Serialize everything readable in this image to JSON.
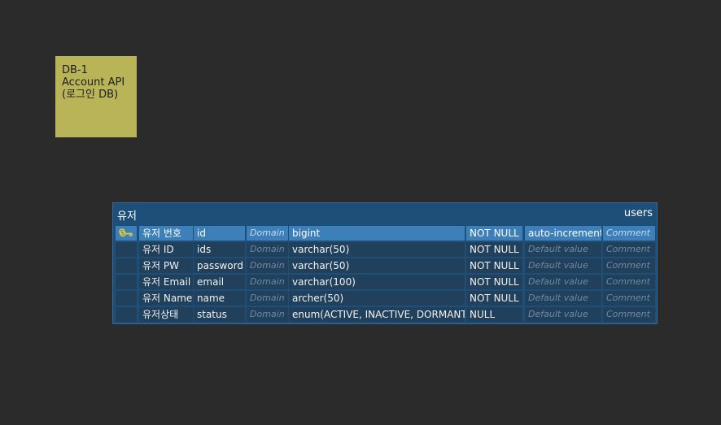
{
  "note": {
    "lines": [
      "DB-1",
      "Account API",
      "(로그인 DB)"
    ]
  },
  "table": {
    "logical_name": "유저",
    "physical_name": "users",
    "domain_placeholder": "Domain",
    "default_placeholder": "Default value",
    "comment_placeholder": "Comment",
    "rows": [
      {
        "logical": "유저 번호",
        "physical": "id",
        "type": "bigint",
        "nullable": "NOT NULL",
        "default": "auto-increment",
        "pk": true
      },
      {
        "logical": "유저 ID",
        "physical": "ids",
        "type": "varchar(50)",
        "nullable": "NOT NULL",
        "default": "",
        "pk": false
      },
      {
        "logical": "유저 PW",
        "physical": "password",
        "type": "varchar(50)",
        "nullable": "NOT NULL",
        "default": "",
        "pk": false
      },
      {
        "logical": "유저 Email",
        "physical": "email",
        "type": "varchar(100)",
        "nullable": "NOT NULL",
        "default": "",
        "pk": false
      },
      {
        "logical": "유저 Name",
        "physical": "name",
        "type": "archer(50)",
        "nullable": "NOT NULL",
        "default": "",
        "pk": false
      },
      {
        "logical": "유저상태",
        "physical": "status",
        "type": "enum(ACTIVE, INACTIVE, DORMANT)",
        "nullable": "NULL",
        "default": "",
        "pk": false
      }
    ],
    "pk_icon": "key-icon",
    "colors": {
      "background": "#1e4f78",
      "cell": "#21405c",
      "selected_row": "#3d7fb8",
      "note": "#b9b457",
      "key": "#e0c93a"
    }
  }
}
